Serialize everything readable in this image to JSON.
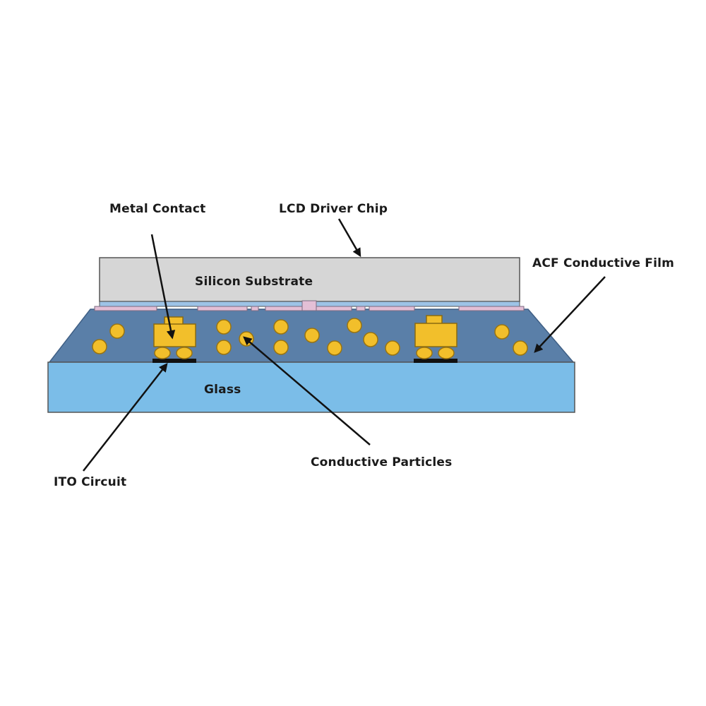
{
  "labels": {
    "metal_contact": "Metal Contact",
    "lcd_driver_chip": "LCD Driver Chip",
    "acf_conductive_film": "ACF Conductive Film",
    "silicon_substrate": "Silicon Substrate",
    "glass": "Glass",
    "ito_circuit": "ITO Circuit",
    "conductive_particles": "Conductive Particles"
  },
  "colors": {
    "silicon": "#d6d6d6",
    "pink_layer": "#e3bfd6",
    "chip_underlayer": "#9dc3e6",
    "acf_film": "#5a7fa8",
    "glass": "#7bbde8",
    "particle": "#f2bf2b",
    "particle_edge": "#b8860b",
    "ito": "#111111",
    "outline": "#555555",
    "arrow": "#111111"
  }
}
